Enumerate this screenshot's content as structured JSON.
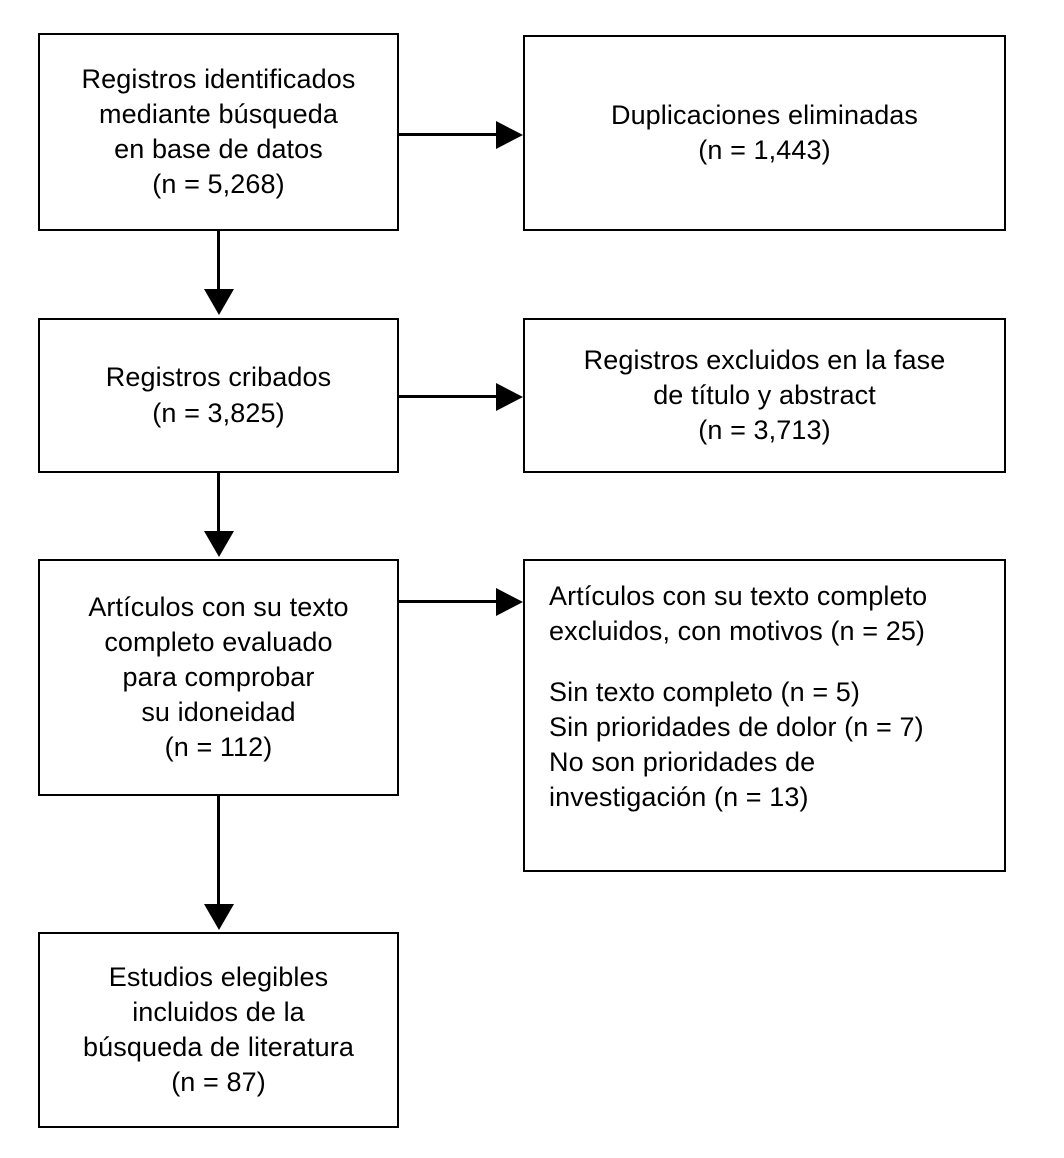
{
  "diagram": {
    "type": "prisma-flow-diagram",
    "language": "es",
    "boxes": {
      "identified": {
        "lines": [
          "Registros identificados",
          "mediante búsqueda",
          "en base de datos",
          "(n = 5,268)"
        ]
      },
      "duplicates_removed": {
        "lines": [
          "Duplicaciones eliminadas",
          "(n = 1,443)"
        ]
      },
      "screened": {
        "lines": [
          "Registros cribados",
          "(n = 3,825)"
        ]
      },
      "excluded_title_abstract": {
        "lines": [
          "Registros excluidos en la fase",
          "de título y abstract",
          "(n = 3,713)"
        ]
      },
      "fulltext_assessed": {
        "lines": [
          "Artículos con su texto",
          "completo evaluado",
          "para comprobar",
          "su idoneidad",
          "(n = 112)"
        ]
      },
      "excluded_fulltext": {
        "header": [
          "Artículos con su texto completo",
          "excluidos, con motivos (n = 25)"
        ],
        "reasons": [
          "Sin texto completo (n = 5)",
          "Sin prioridades de dolor (n = 7)",
          "No son prioridades de",
          "investigación (n = 13)"
        ]
      },
      "included": {
        "lines": [
          "Estudios elegibles",
          "incluidos de la",
          "búsqueda de literatura",
          "(n = 87)"
        ]
      }
    },
    "counts": {
      "identified": "5,268",
      "duplicates_removed": "1,443",
      "screened": "3,825",
      "excluded_title_abstract": "3,713",
      "fulltext_assessed": "112",
      "excluded_fulltext_total": "25",
      "reason_no_fulltext": "5",
      "reason_no_pain_priorities": "7",
      "reason_not_research_priorities": "13",
      "included": "87"
    },
    "colors": {
      "background": "#ffffff",
      "border": "#000000",
      "text": "#000000"
    }
  }
}
